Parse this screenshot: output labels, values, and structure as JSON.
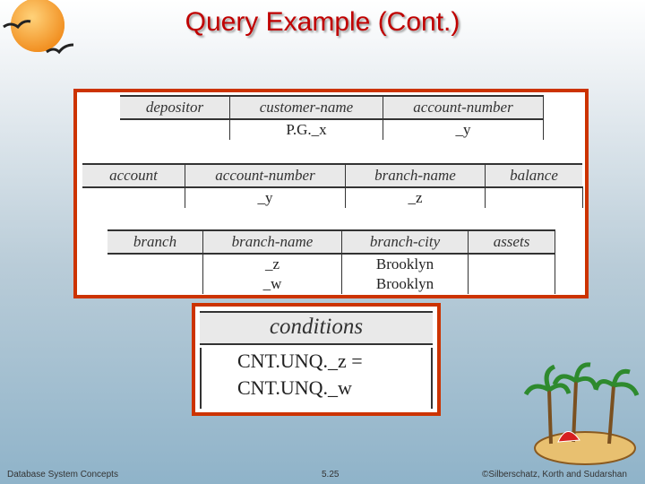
{
  "slide": {
    "title": "Query Example (Cont.)"
  },
  "depositor_table": {
    "headers": [
      "depositor",
      "customer-name",
      "account-number"
    ],
    "row": [
      "",
      "P.G._x",
      "_y"
    ]
  },
  "account_table": {
    "headers": [
      "account",
      "account-number",
      "branch-name",
      "balance"
    ],
    "row": [
      "",
      "_y",
      "_z",
      ""
    ]
  },
  "branch_table": {
    "headers": [
      "branch",
      "branch-name",
      "branch-city",
      "assets"
    ],
    "rows": [
      [
        "",
        "_z",
        "Brooklyn",
        ""
      ],
      [
        "",
        "_w",
        "Brooklyn",
        ""
      ]
    ]
  },
  "conditions_box": {
    "header": "conditions",
    "lines": [
      "CNT.UNQ._z =",
      "CNT.UNQ._w"
    ]
  },
  "footer": {
    "left": "Database System Concepts",
    "center": "5.25",
    "right": "©Silberschatz, Korth and Sudarshan"
  },
  "colors": {
    "title": "#c00000",
    "frame": "#cc3300",
    "header_fill": "#e9e9e9"
  }
}
